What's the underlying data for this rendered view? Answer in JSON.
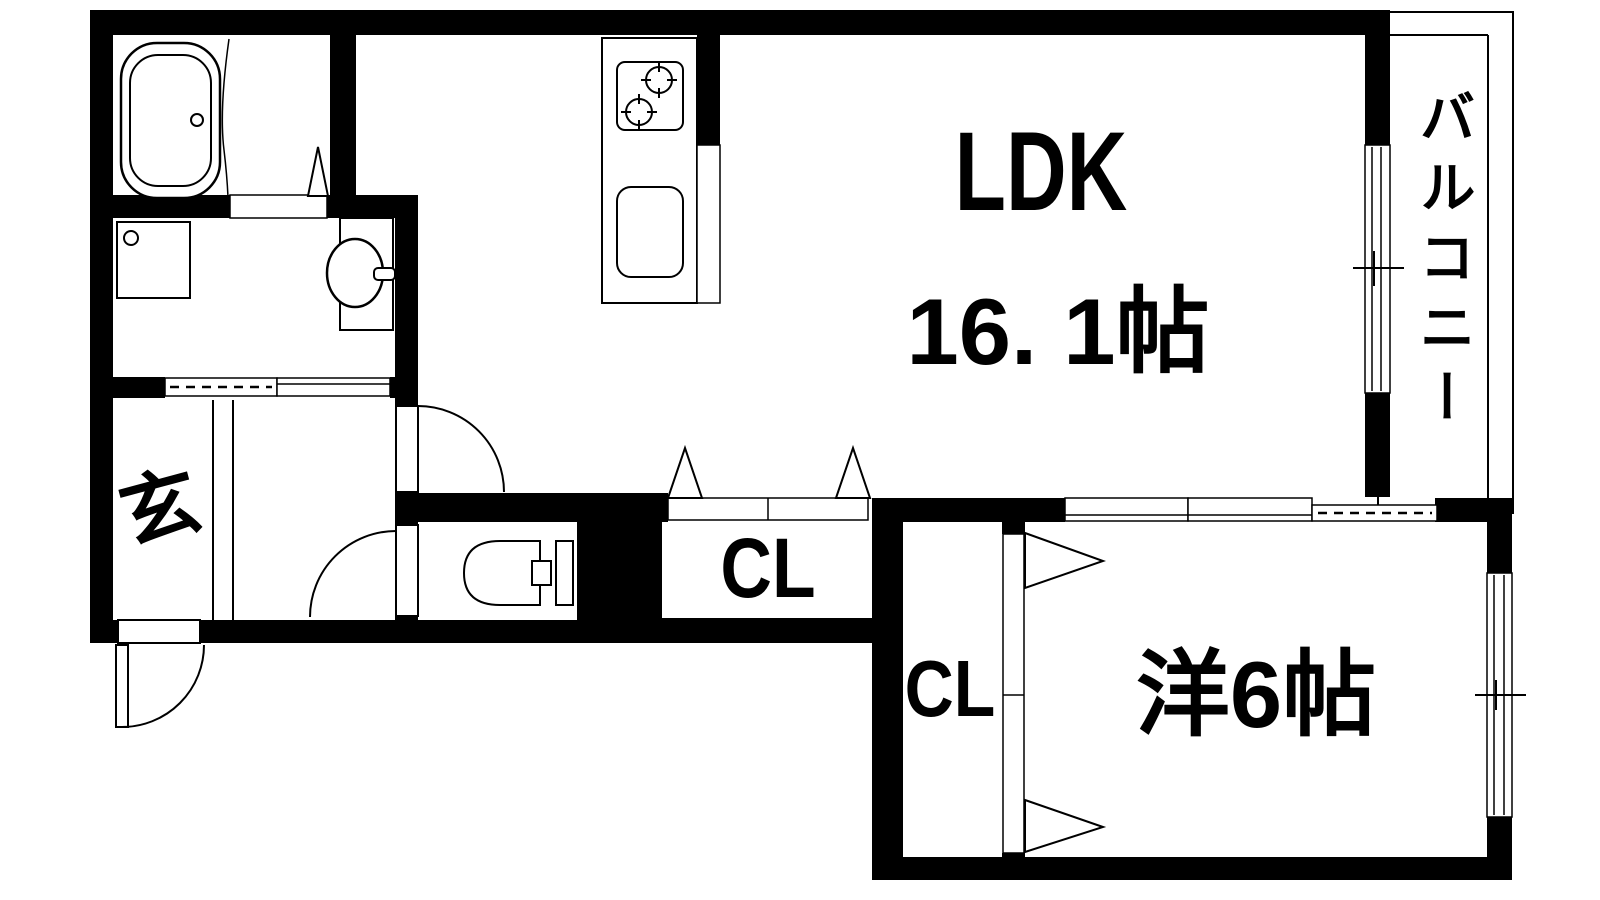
{
  "colors": {
    "background": "#ffffff",
    "walls": "#000000",
    "lines": "#000000"
  },
  "rooms": {
    "ldk": {
      "label": "LDK",
      "size": "16. 1帖"
    },
    "bedroom": {
      "label": "洋6帖"
    },
    "closet_mid": {
      "label": "CL"
    },
    "closet_bedroom": {
      "label": "CL"
    },
    "entrance": {
      "label": "玄"
    },
    "balcony": {
      "label": "バルコニー"
    }
  },
  "fixtures": [
    "bathtub",
    "shower-partition",
    "folding-bath-door",
    "washing-machine-pan",
    "washbasin",
    "toilet",
    "kitchen-stove",
    "kitchen-sink",
    "kitchen-counter",
    "sliding-window",
    "sliding-door",
    "hinged-door",
    "closet-folding-door"
  ]
}
